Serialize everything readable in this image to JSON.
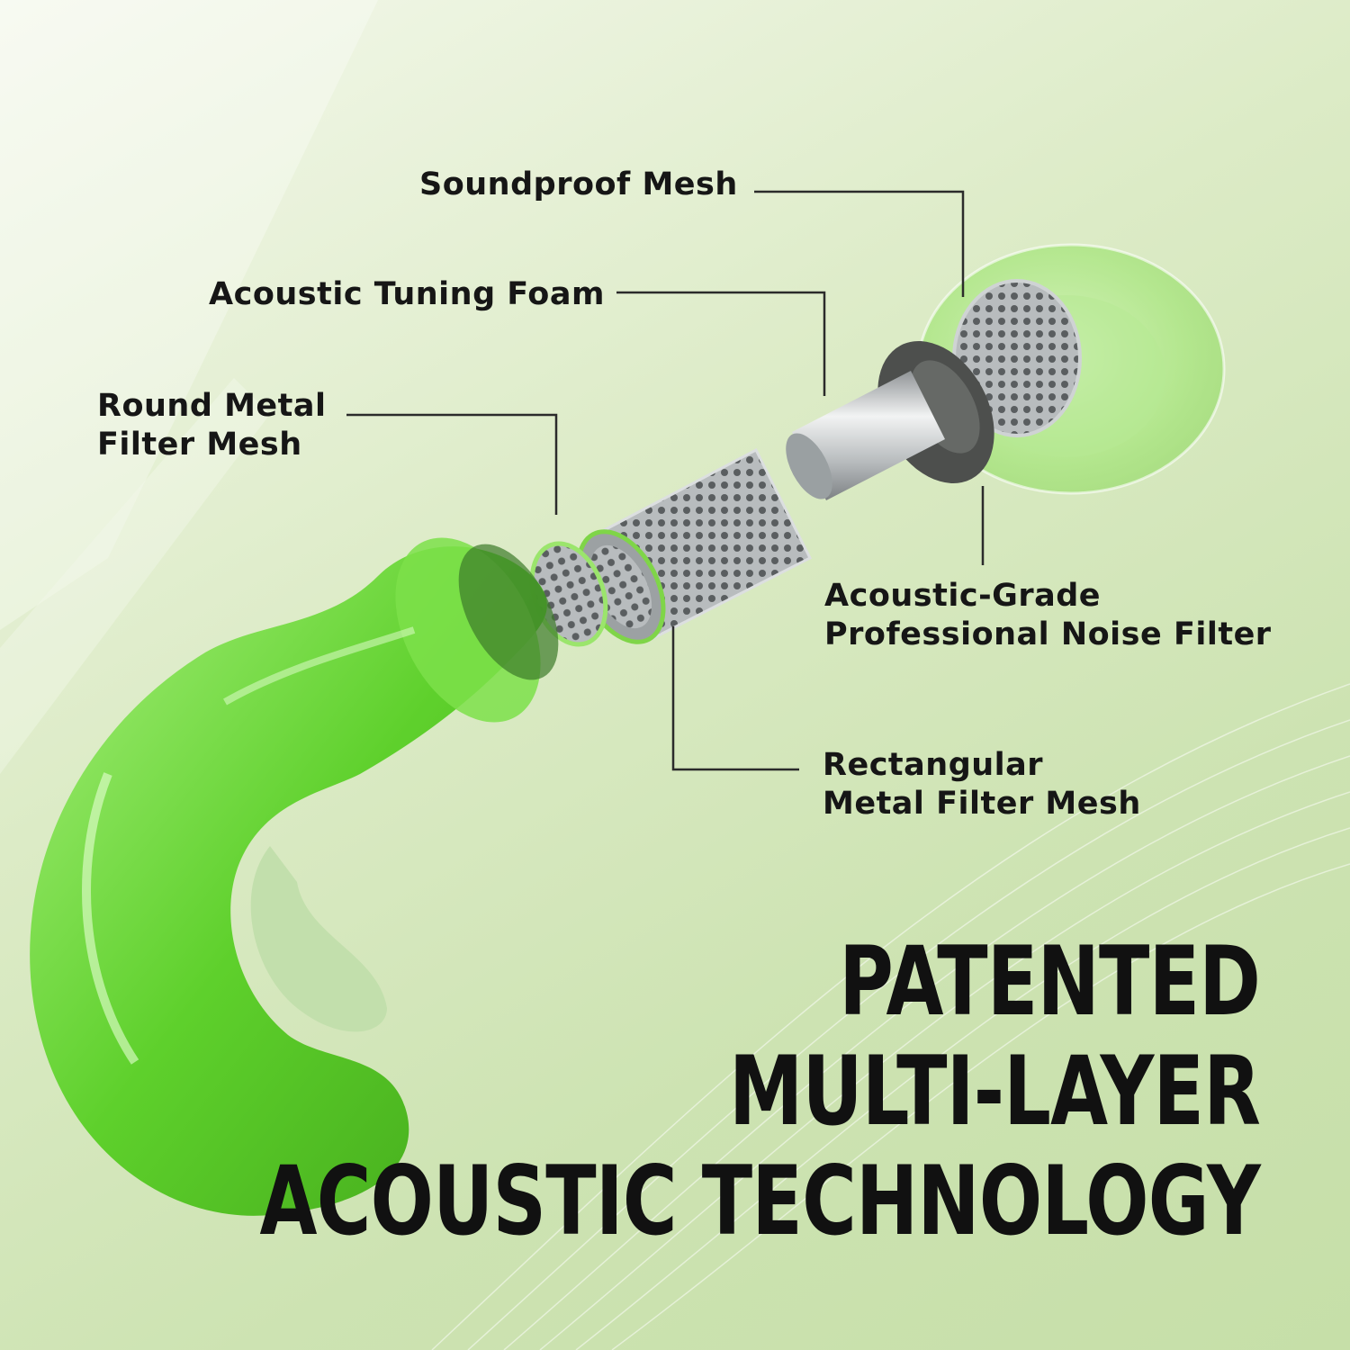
{
  "labels": {
    "soundproof_mesh": "Soundproof Mesh",
    "acoustic_tuning_foam": "Acoustic Tuning Foam",
    "round_metal_filter_mesh": [
      "Round Metal",
      "Filter Mesh"
    ],
    "noise_filter": [
      "Acoustic-Grade",
      "Professional Noise Filter"
    ],
    "rectangular_mesh": [
      "Rectangular",
      "Metal Filter Mesh"
    ]
  },
  "headline": [
    "PATENTED",
    "MULTI-LAYER",
    "ACOUSTIC TECHNOLOGY"
  ],
  "colors": {
    "background": "#d4e7bd",
    "plug_green": "#5fd12a",
    "text": "#161616",
    "metal": "#b9bdc0",
    "foam": "#4a4c4a"
  },
  "icons": [
    "earplug-body-illustration",
    "metal-mesh-illustration",
    "ear-tip-illustration"
  ]
}
